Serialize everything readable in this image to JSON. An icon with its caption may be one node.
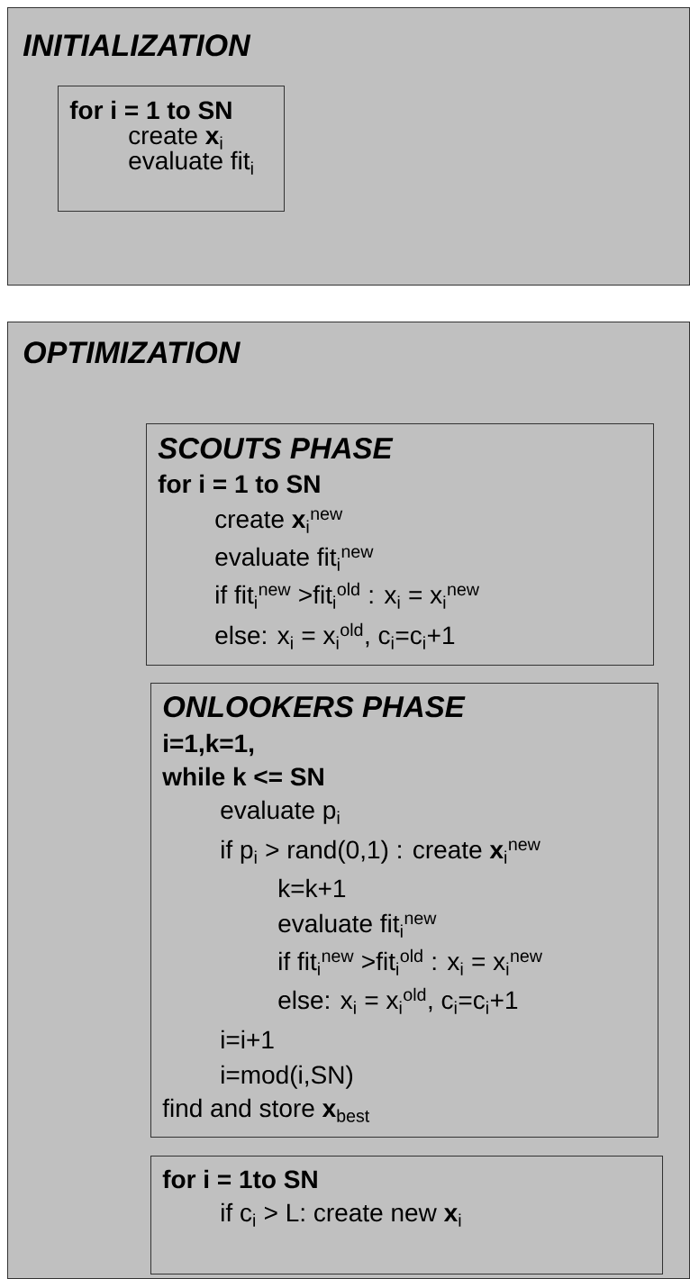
{
  "diagram": {
    "nodes": [
      {
        "text": [
          "INITIALIZATION"
        ]
      },
      {
        "text": [
          "for i = 1 to SN",
          "create **x**$_{i}$",
          "evaluate fit$_{i}$"
        ],
        "in": 0
      },
      {
        "text": [
          "OPTIMIZATION"
        ]
      },
      {
        "text": [
          "SCOUTS PHASE",
          "for i = 1 to SN",
          "create **x**$_{i}$$^{new}$",
          "evaluate fit$_{i}$$^{new}$",
          "if fit$_{i}$$^{new}$ >fit$_{i}$$^{old}$ : x$_{i}$ = x$_{i}$$^{new}$",
          "else: x$_{i}$ = x$_{i}$$^{old}$, c$_{i}$=c$_{i}$+1"
        ],
        "in": 2
      },
      {
        "text": [
          "ONLOOKERS PHASE",
          "i=1,k=1,",
          "while k <= SN",
          "evaluate p$_{i}$",
          "if p$_{i}$ > rand(0,1) : create **x**$_{i}$$^{new}$",
          "k=k+1",
          "evaluate fit$_{i}$$^{new}$",
          "if fit$_{i}$$^{new}$ >fit$_{i}$$^{old}$ : x$_{i}$ = x$_{i}$$^{new}$",
          "else: x$_{i}$ = x$_{i}$$^{old}$, c$_{i}$=c$_{i}$+1",
          "i=i+1",
          "i=mod(i,SN)",
          "find and store **x**$_{best}$"
        ],
        "in": 2
      },
      {
        "text": [
          "for i = 1to SN",
          "if c$_{i}$ > L: create new **x**$_{i}$"
        ],
        "in": 2
      }
    ]
  }
}
